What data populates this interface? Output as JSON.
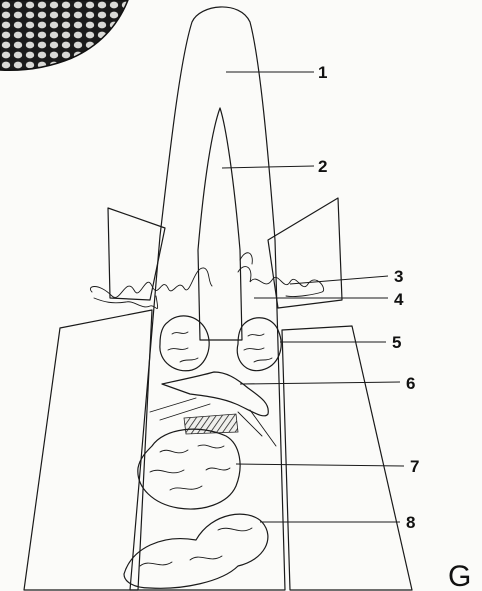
{
  "diagram": {
    "panel_letter": "G",
    "callouts": [
      {
        "id": "1",
        "text": "1"
      },
      {
        "id": "2",
        "text": "2"
      },
      {
        "id": "3",
        "text": "3"
      },
      {
        "id": "4",
        "text": "4"
      },
      {
        "id": "5",
        "text": "5"
      },
      {
        "id": "6",
        "text": "6"
      },
      {
        "id": "7",
        "text": "7"
      },
      {
        "id": "8",
        "text": "8"
      }
    ]
  }
}
